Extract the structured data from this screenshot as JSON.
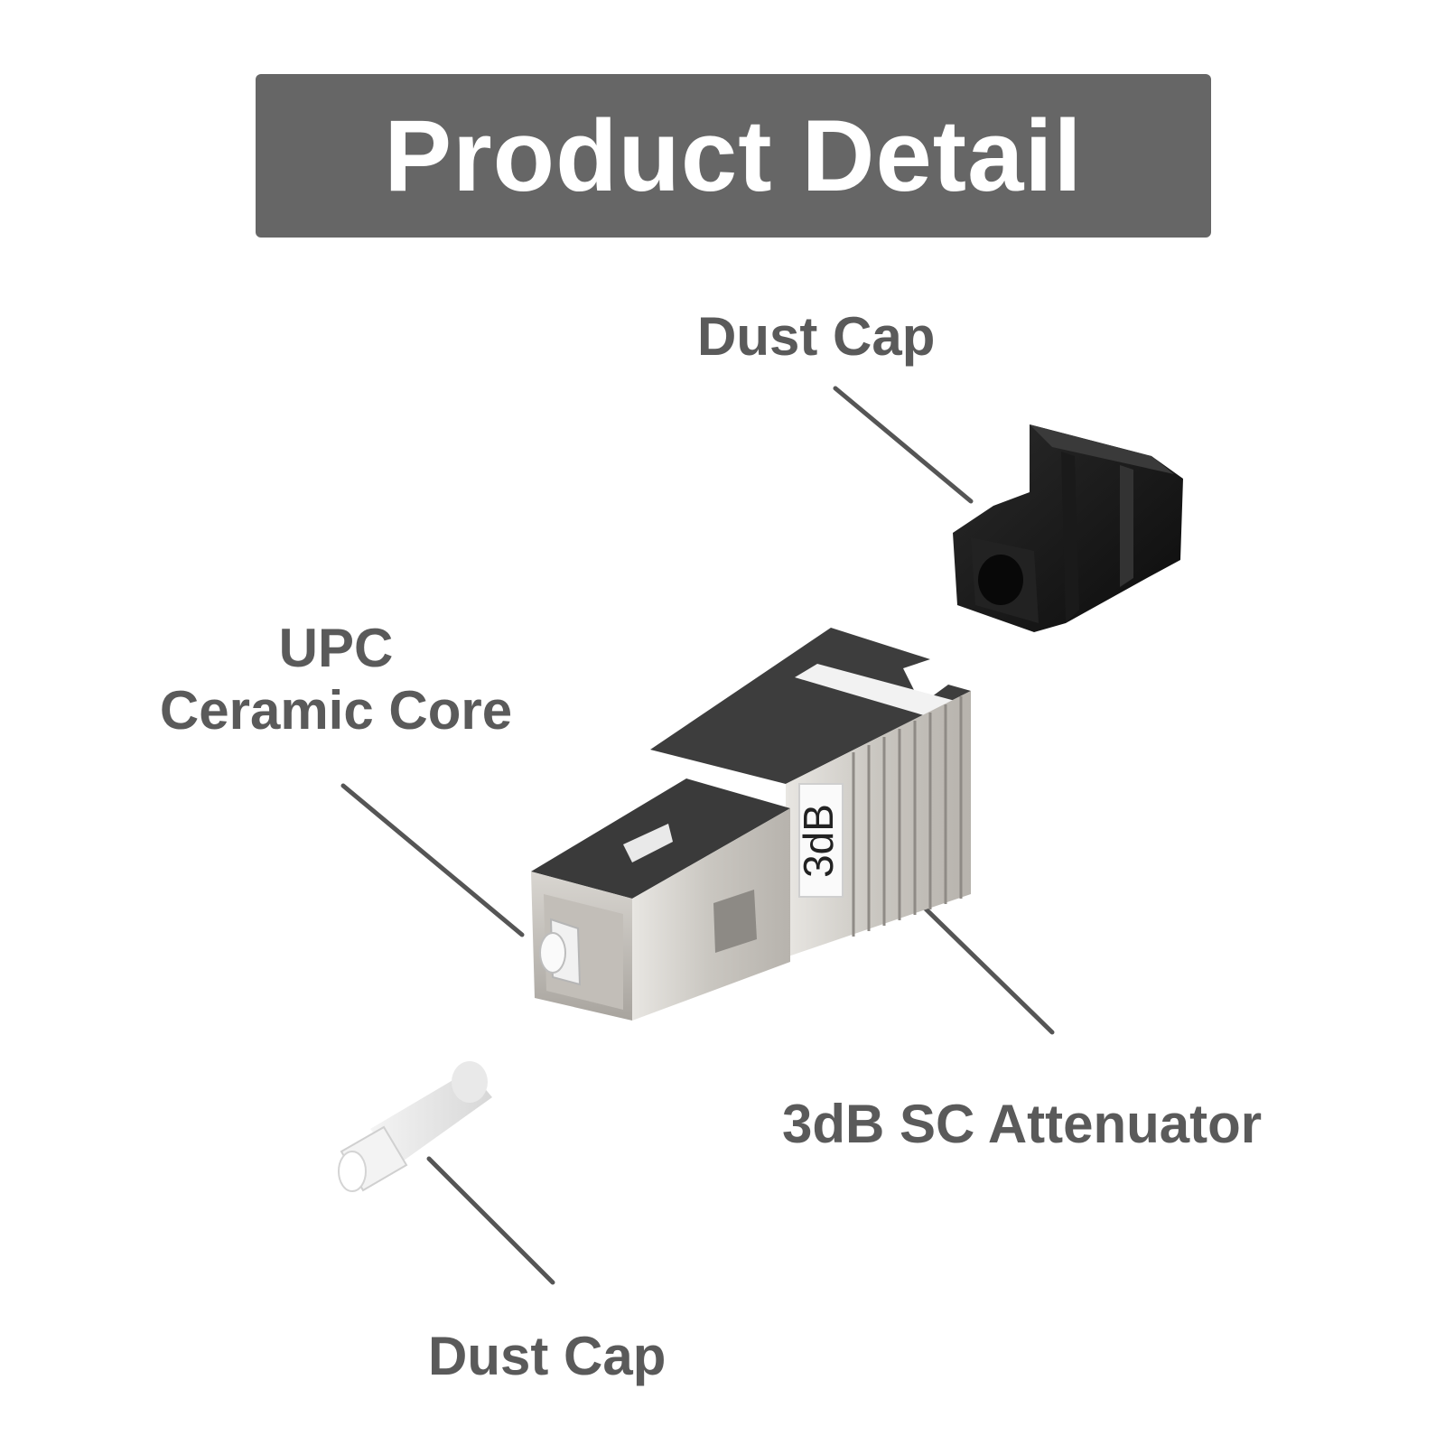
{
  "banner": {
    "title": "Product Detail",
    "color": "#666666"
  },
  "labels": {
    "dust_cap_top": "Dust Cap",
    "upc_line1": "UPC",
    "upc_line2": "Ceramic Core",
    "attenuator": "3dB SC Attenuator",
    "dust_cap_bottom": "Dust Cap"
  },
  "product": {
    "attenuation_label": "3dB"
  },
  "colors": {
    "label_text": "#5a5a5a",
    "leader_line": "#555555"
  }
}
